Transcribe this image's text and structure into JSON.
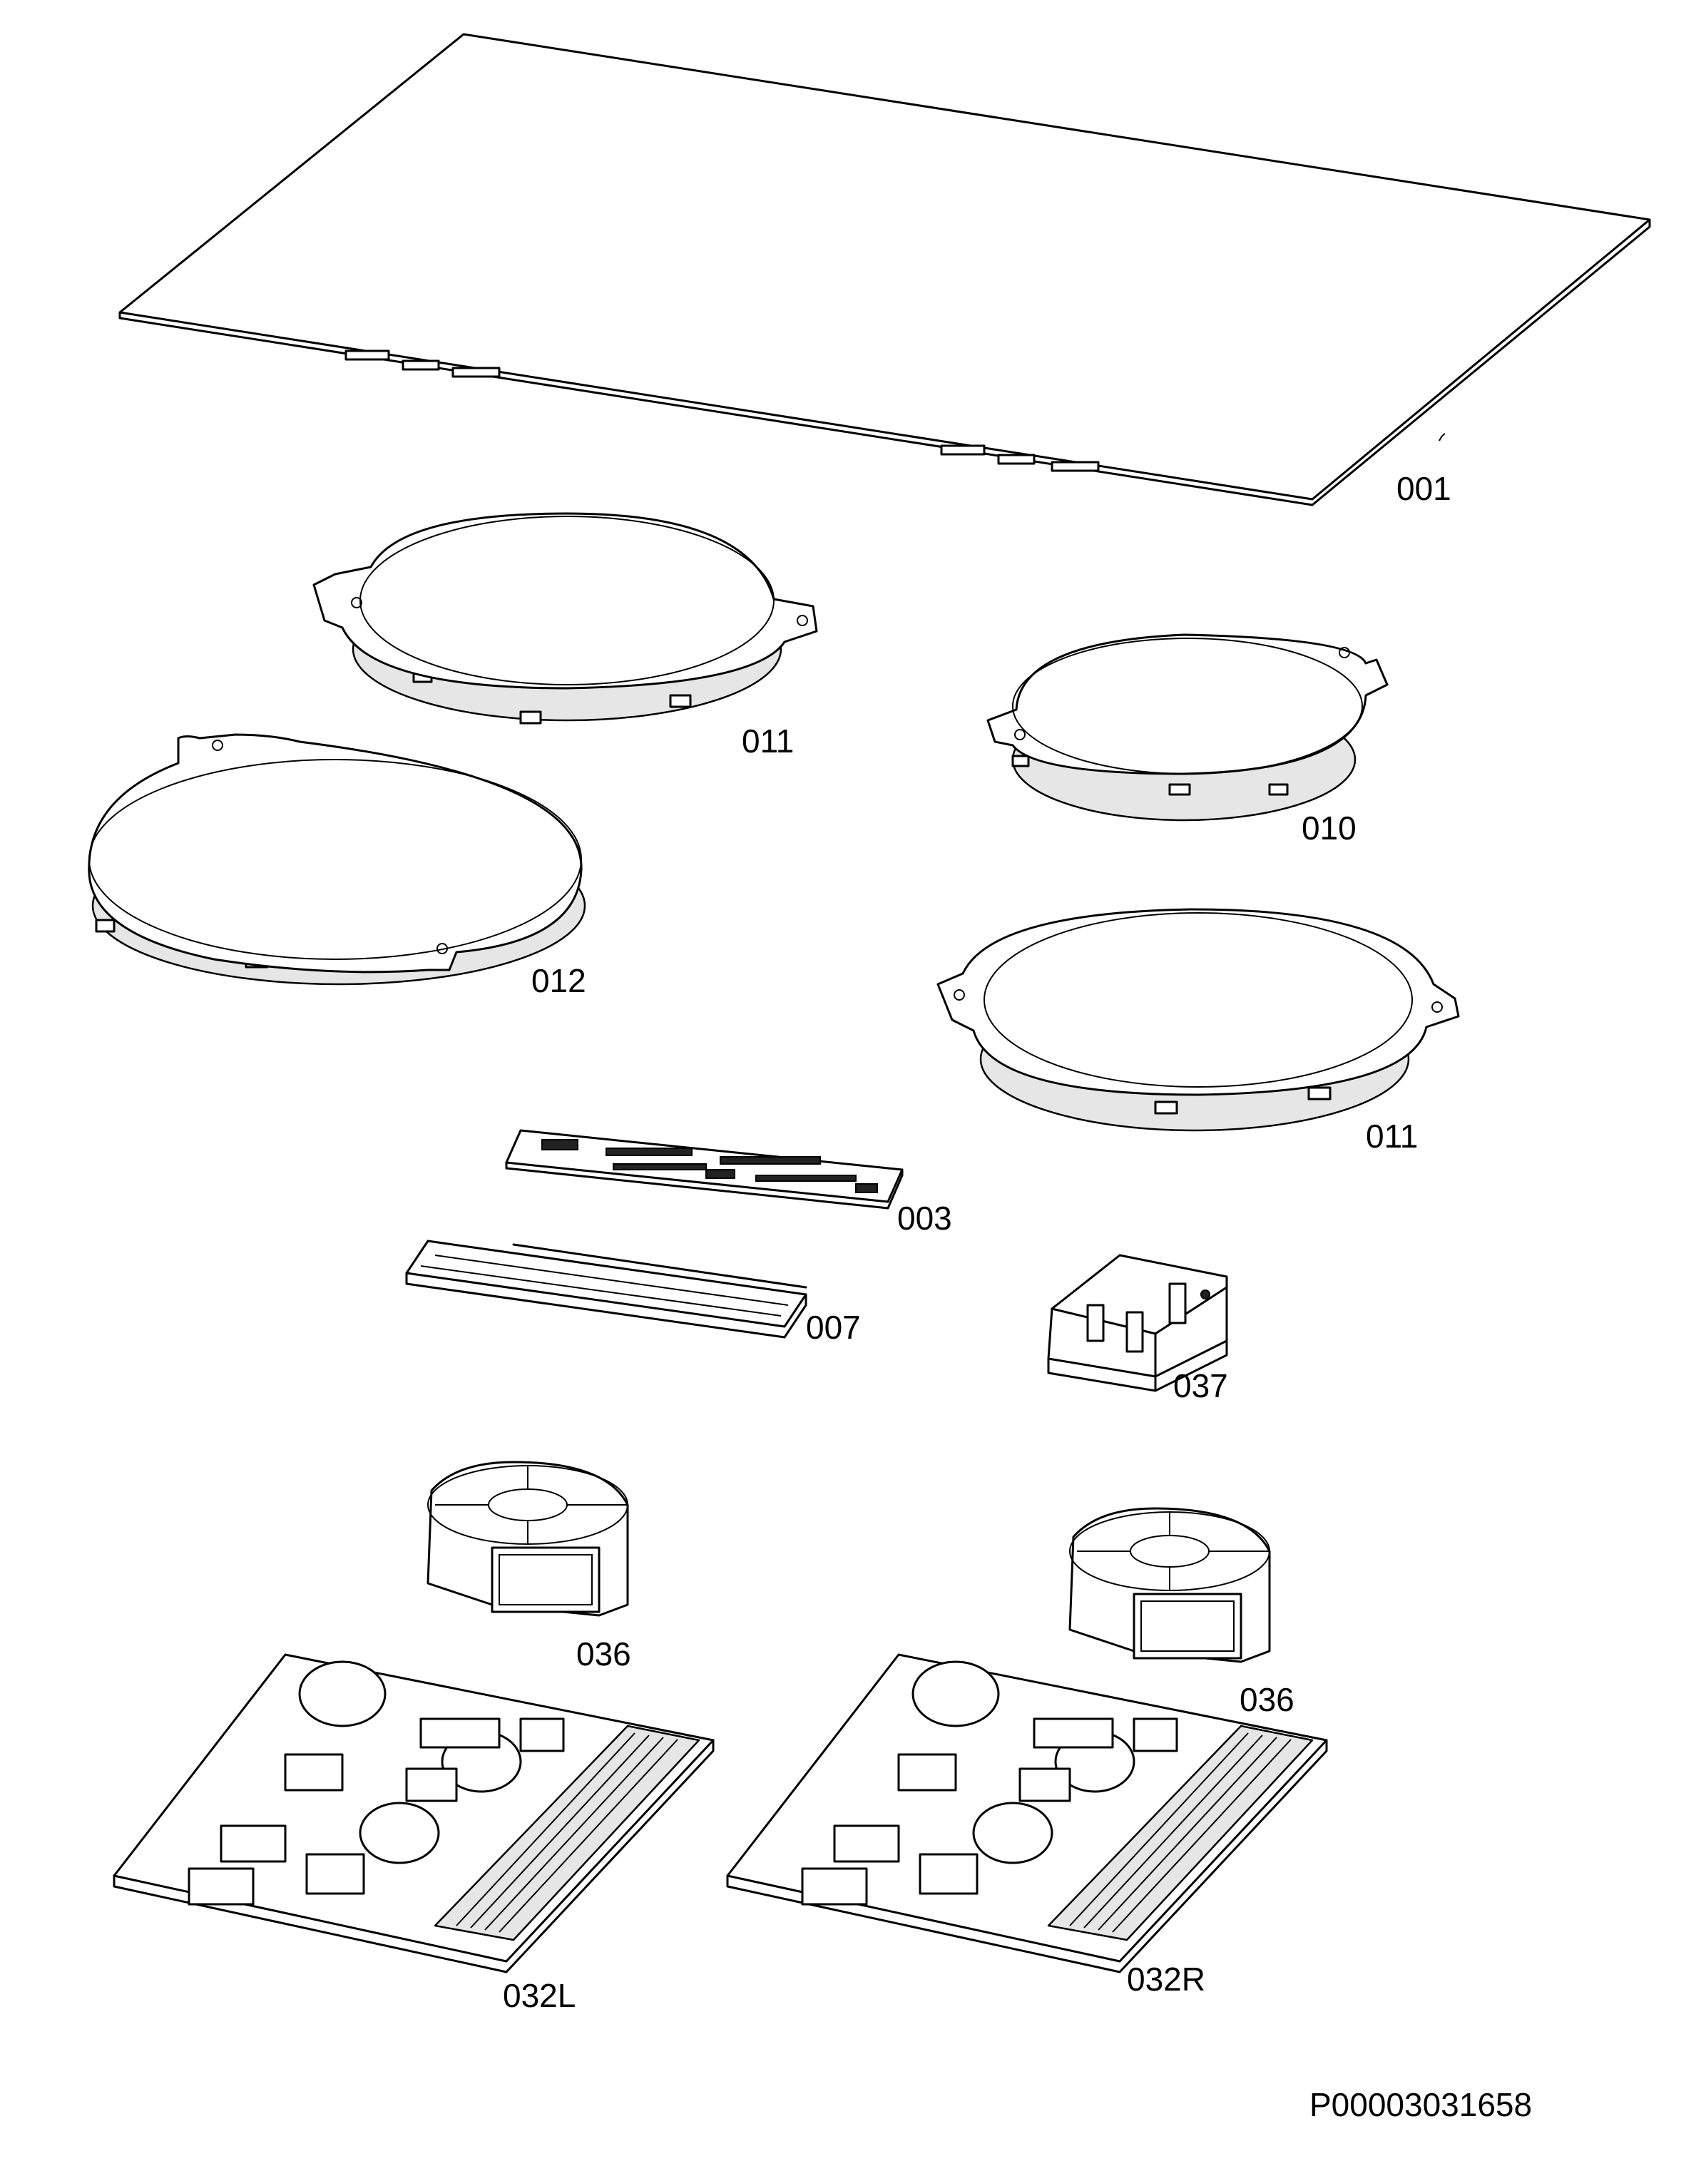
{
  "parts": [
    {
      "id": "glass",
      "label": "001"
    },
    {
      "id": "coil-rear-left",
      "label": "011"
    },
    {
      "id": "coil-rear-right",
      "label": "010"
    },
    {
      "id": "coil-front-left",
      "label": "012"
    },
    {
      "id": "coil-front-right",
      "label": "011"
    },
    {
      "id": "control-board",
      "label": "003"
    },
    {
      "id": "control-frame",
      "label": "007"
    },
    {
      "id": "connector-block",
      "label": "037"
    },
    {
      "id": "fan-left",
      "label": "036"
    },
    {
      "id": "fan-right",
      "label": "036"
    },
    {
      "id": "power-board-left",
      "label": "032L"
    },
    {
      "id": "power-board-right",
      "label": "032R"
    }
  ],
  "drawing_id": "P00003031658"
}
